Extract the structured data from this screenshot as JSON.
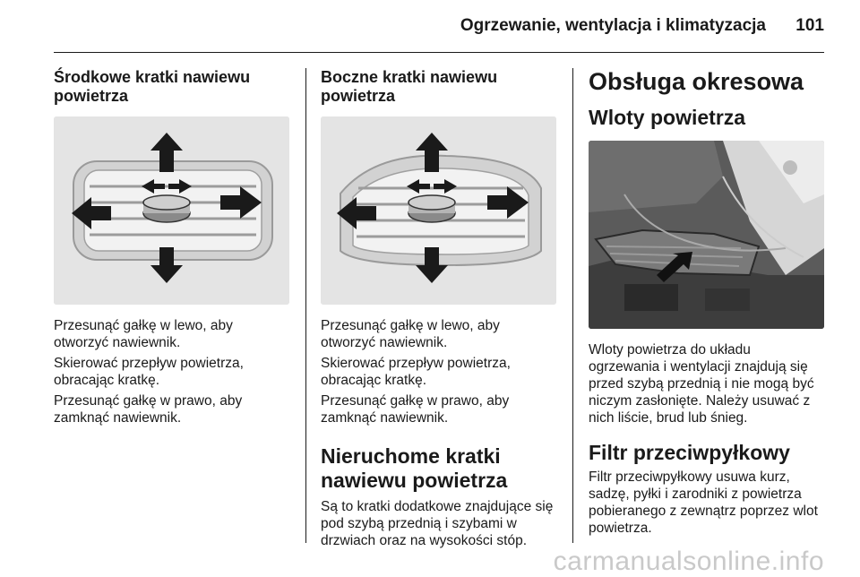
{
  "header": {
    "title": "Ogrzewanie, wentylacja i klimatyzacja",
    "page_number": "101"
  },
  "columns": [
    {
      "heading": "Środkowe kratki nawiewu powietrza",
      "figure_icon": "air-vent-arrows-illustration",
      "paragraphs": [
        "Przesunąć gałkę w lewo, aby otworzyć nawiewnik.",
        "Skierować przepływ powietrza, obracając kratkę.",
        "Przesunąć gałkę w prawo, aby zamknąć nawiewnik."
      ]
    },
    {
      "heading": "Boczne kratki nawiewu powietrza",
      "figure_icon": "air-vent-arrows-illustration",
      "paragraphs": [
        "Przesunąć gałkę w lewo, aby otworzyć nawiewnik.",
        "Skierować przepływ powietrza, obracając kratkę.",
        "Przesunąć gałkę w prawo, aby zamknąć nawiewnik."
      ],
      "subheading": "Nieruchome kratki nawiewu powietrza",
      "sub_paragraph": "Są to kratki dodatkowe znajdujące się pod szybą przednią i szybami w drzwiach oraz na wysokości stóp."
    },
    {
      "heading": "Obsługa okresowa",
      "subheading": "Wloty powietrza",
      "figure_icon": "air-inlet-photo",
      "paragraph": "Wloty powietrza do układu ogrzewania i wentylacji znajdują się przed szybą przednią i nie mogą być niczym zasłonięte. Należy usuwać z nich liście, brud lub śnieg.",
      "subheading2": "Filtr przeciwpyłkowy",
      "paragraph2": "Filtr przeciwpyłkowy usuwa kurz, sadzę, pyłki i zarodniki z powietrza pobieranego z zewnątrz poprzez wlot powietrza."
    }
  ],
  "watermark": "carmanualsonline.info"
}
